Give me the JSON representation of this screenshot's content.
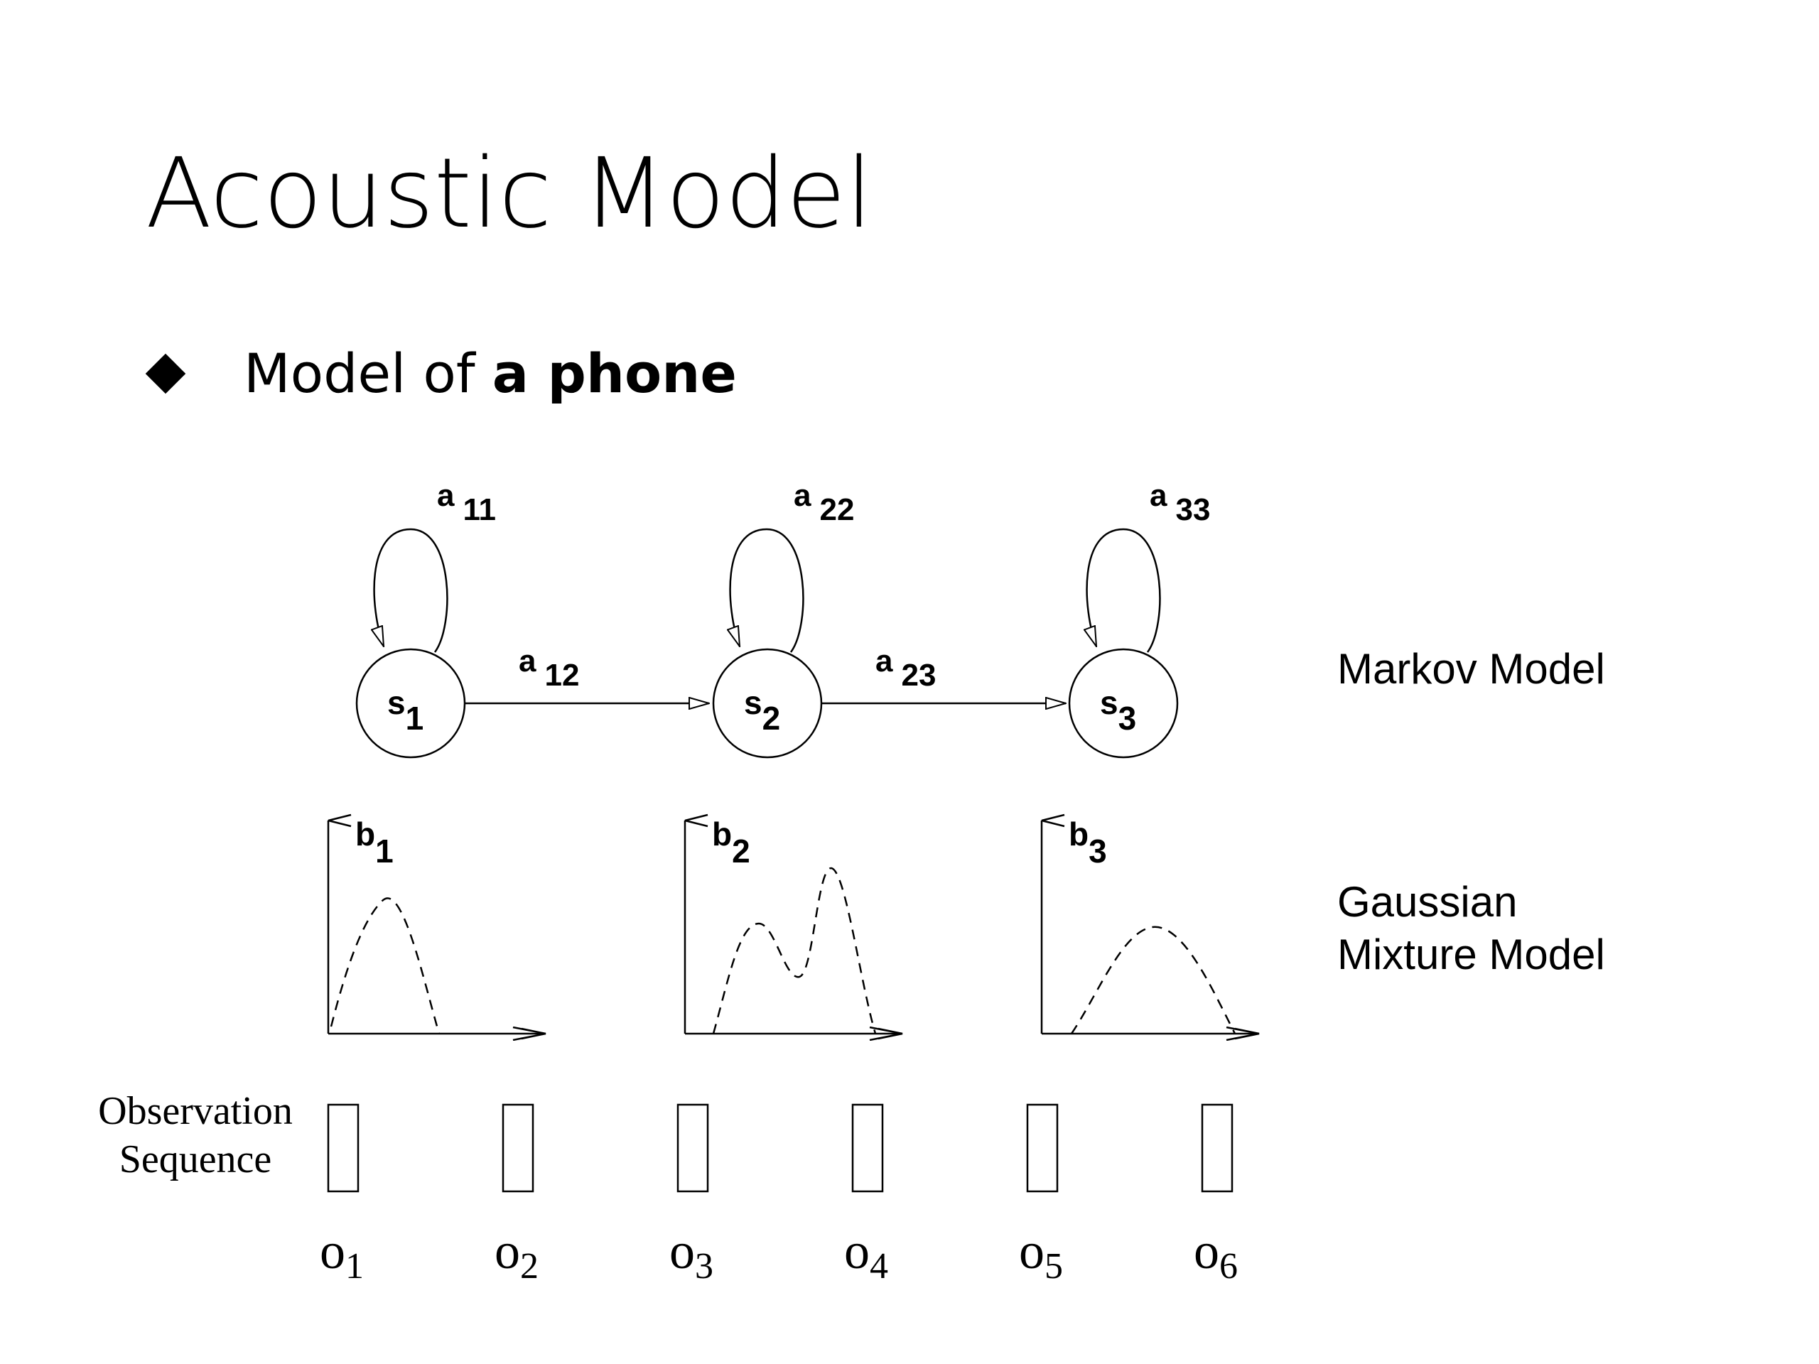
{
  "slide": {
    "title": "Acoustic Model",
    "bullet": {
      "text_regular": "Model of ",
      "text_bold": "a phone"
    }
  },
  "labels": {
    "markov": "Markov Model",
    "gmm_line1": "Gaussian",
    "gmm_line2": "Mixture Model",
    "obs_line1": "Observation",
    "obs_line2": "Sequence"
  },
  "states": [
    {
      "base": "s",
      "sub": "1",
      "self_base": "a",
      "self_sub": "11"
    },
    {
      "base": "s",
      "sub": "2",
      "self_base": "a",
      "self_sub": "22"
    },
    {
      "base": "s",
      "sub": "3",
      "self_base": "a",
      "self_sub": "33"
    }
  ],
  "transitions": [
    {
      "base": "a",
      "sub": "12"
    },
    {
      "base": "a",
      "sub": "23"
    }
  ],
  "densities": [
    {
      "base": "b",
      "sub": "1"
    },
    {
      "base": "b",
      "sub": "2"
    },
    {
      "base": "b",
      "sub": "3"
    }
  ],
  "observations": [
    {
      "base": "o",
      "sub": "1"
    },
    {
      "base": "o",
      "sub": "2"
    },
    {
      "base": "o",
      "sub": "3"
    },
    {
      "base": "o",
      "sub": "4"
    },
    {
      "base": "o",
      "sub": "5"
    },
    {
      "base": "o",
      "sub": "6"
    }
  ]
}
